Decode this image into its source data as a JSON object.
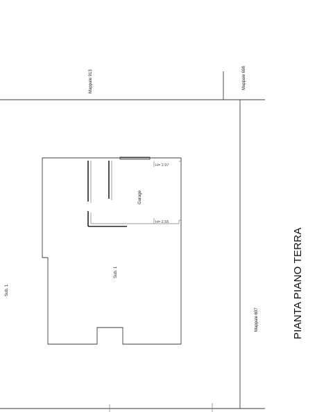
{
  "labels": {
    "mappale_913": "Mappale 913",
    "mappale_698": "Mappale 698",
    "mappale_697": "Mappale 697",
    "sub1_outside": "Sub. 1",
    "sub1_inside": "Sub. 1",
    "garage": "Garage",
    "height_top": "H= 2.97",
    "height_mid": "H= 2.55"
  },
  "title": "PIANTA PIANO TERRA"
}
